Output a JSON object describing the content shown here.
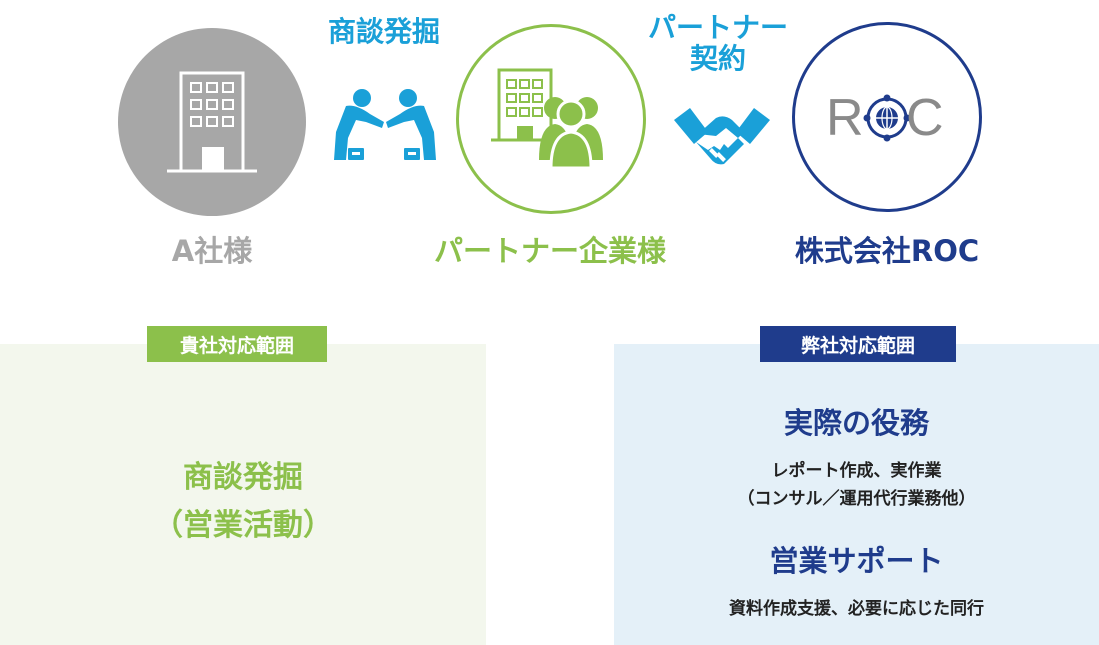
{
  "entities": {
    "company_a": "A社様",
    "partner": "パートナー企業様",
    "roc": "株式会社ROC"
  },
  "actions": {
    "deal_finding": "商談発掘",
    "partner_contract_line1": "パートナー",
    "partner_contract_line2": "契約"
  },
  "logo_text": "ROC",
  "left_panel": {
    "tag": "貴社対応範囲",
    "line1": "商談発掘",
    "line2": "（営業活動）"
  },
  "right_panel": {
    "tag": "弊社対応範囲",
    "heading1": "実際の役務",
    "detail1_line1": "レポート作成、実作業",
    "detail1_line2": "（コンサル／運用代行業務他）",
    "heading2": "営業サポート",
    "detail2": "資料作成支援、必要に応じた同行"
  },
  "colors": {
    "gray": "#a7a7a7",
    "green": "#8cc04b",
    "navy": "#1f3c8c",
    "cyan": "#1aa0d8",
    "left_bg": "#f3f7ed",
    "right_bg": "#e4f0f8"
  },
  "icons": [
    "building-icon",
    "handshake-people-icon",
    "partner-company-icon",
    "handshake-icon",
    "roc-logo-icon"
  ]
}
